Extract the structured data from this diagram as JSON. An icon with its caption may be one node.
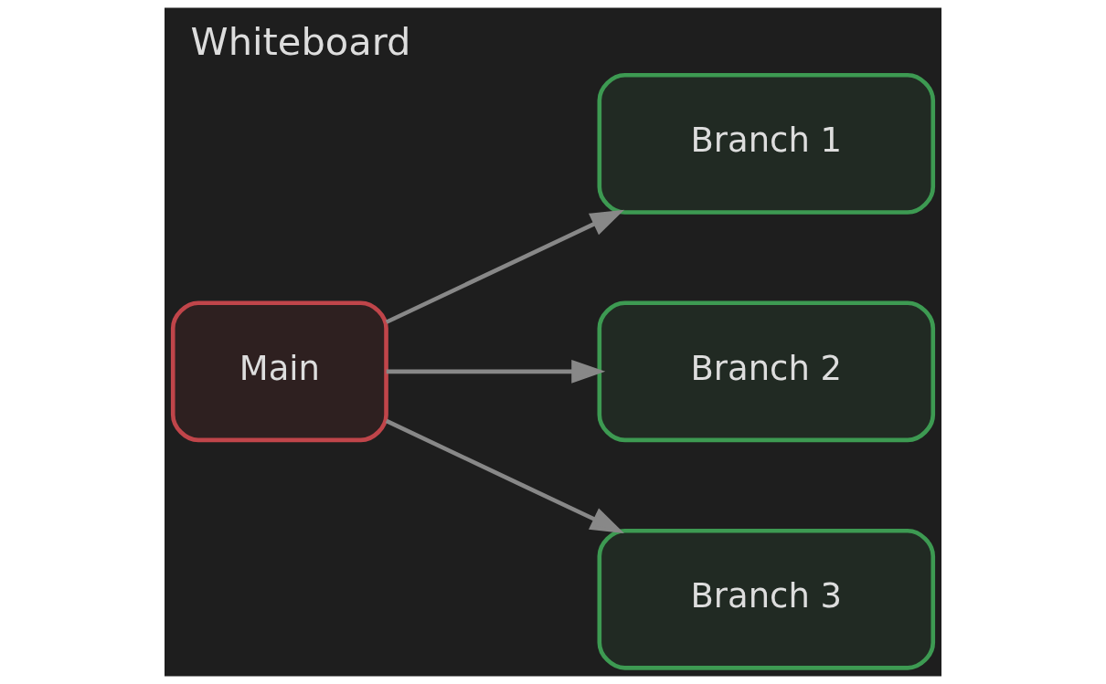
{
  "diagram": {
    "title": "Whiteboard",
    "nodes": [
      {
        "text": [
          "Main"
        ]
      },
      {
        "text": [
          "Branch 1"
        ]
      },
      {
        "text": [
          "Branch 2"
        ]
      },
      {
        "text": [
          "Branch 3"
        ]
      }
    ],
    "edges": [
      {
        "from": 0,
        "to": 1,
        "arrow": "to"
      },
      {
        "from": 0,
        "to": 2,
        "arrow": "to"
      },
      {
        "from": 0,
        "to": 3,
        "arrow": "to"
      }
    ]
  }
}
